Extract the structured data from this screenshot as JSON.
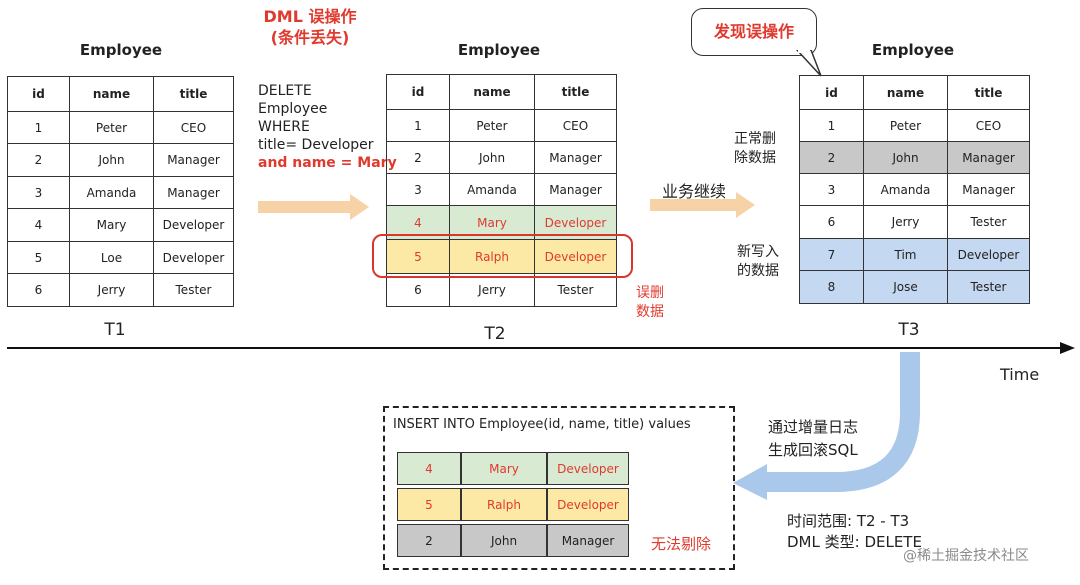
{
  "t1": {
    "title": "Employee",
    "headers": [
      "id",
      "name",
      "title"
    ],
    "rows": [
      [
        "1",
        "Peter",
        "CEO"
      ],
      [
        "2",
        "John",
        "Manager"
      ],
      [
        "3",
        "Amanda",
        "Manager"
      ],
      [
        "4",
        "Mary",
        "Developer"
      ],
      [
        "5",
        "Loe",
        "Developer"
      ],
      [
        "6",
        "Jerry",
        "Tester"
      ]
    ],
    "label": "T1"
  },
  "dml": {
    "heading_line1": "DML 误操作",
    "heading_line2": "(条件丢失)",
    "sql_lines": [
      "DELETE",
      "Employee",
      "WHERE",
      "title= Developer"
    ],
    "sql_missing": "and name = Mary"
  },
  "t2": {
    "title": "Employee",
    "headers": [
      "id",
      "name",
      "title"
    ],
    "rows": [
      [
        "1",
        "Peter",
        "CEO"
      ],
      [
        "2",
        "John",
        "Manager"
      ],
      [
        "3",
        "Amanda",
        "Manager"
      ],
      [
        "4",
        "Mary",
        "Developer"
      ],
      [
        "5",
        "Ralph",
        "Developer"
      ],
      [
        "6",
        "Jerry",
        "Tester"
      ]
    ],
    "label": "T2",
    "misdelete_label_line1": "误删",
    "misdelete_label_line2": "数据"
  },
  "business_continue": "业务继续",
  "t3": {
    "title": "Employee",
    "callout": "发现误操作",
    "headers": [
      "id",
      "name",
      "title"
    ],
    "rows": [
      [
        "1",
        "Peter",
        "CEO"
      ],
      [
        "2",
        "John",
        "Manager"
      ],
      [
        "3",
        "Amanda",
        "Manager"
      ],
      [
        "6",
        "Jerry",
        "Tester"
      ],
      [
        "7",
        "Tim",
        "Developer"
      ],
      [
        "8",
        "Jose",
        "Tester"
      ]
    ],
    "label": "T3",
    "normal_delete_line1": "正常删",
    "normal_delete_line2": "除数据",
    "new_write_line1": "新写入",
    "new_write_line2": "的数据"
  },
  "time_label": "Time",
  "rollback": {
    "desc_line1": "通过增量日志",
    "desc_line2": "生成回滚SQL",
    "insert_header": "INSERT INTO Employee(id, name, title) values",
    "rows": [
      [
        "4",
        "Mary",
        "Developer"
      ],
      [
        "5",
        "Ralph",
        "Developer"
      ],
      [
        "2",
        "John",
        "Manager"
      ]
    ],
    "cannot_remove": "无法剔除",
    "time_range": "时间范围:  T2 - T3",
    "dml_type": "DML 类型:  DELETE"
  },
  "watermark": "@稀土掘金技术社区",
  "colors": {
    "red": "#e03a2f",
    "green": "#d8ead2",
    "yellow": "#fde9a6",
    "gray": "#c8c8c8",
    "blue": "#c5d8f1",
    "arrow_orange": "#f6d2a6",
    "arrow_blue": "#a9c8ea"
  }
}
